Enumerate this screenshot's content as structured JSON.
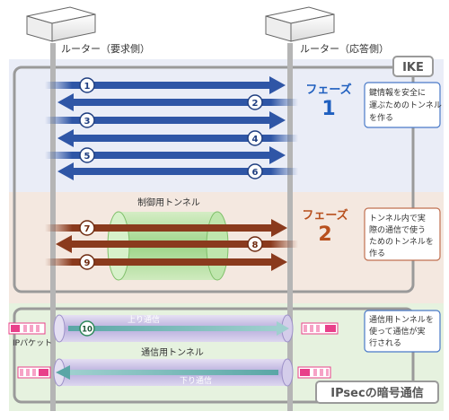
{
  "routers": {
    "left_label": "ルーター（要求側）",
    "right_label": "ルーター（応答側）"
  },
  "ike": {
    "title": "IKE",
    "phase1": {
      "label": "フェーズ",
      "number": "1",
      "steps": [
        "1",
        "2",
        "3",
        "4",
        "5",
        "6"
      ],
      "note": [
        "鍵情報を安全に",
        "運ぶためのトンネル",
        "を作る"
      ]
    },
    "phase2": {
      "label": "フェーズ",
      "number": "2",
      "tunnel_label": "制御用トンネル",
      "steps": [
        "7",
        "8",
        "9"
      ],
      "note": [
        "トンネル内で実",
        "際の通信で使う",
        "ためのトンネルを",
        "作る"
      ]
    }
  },
  "ipsec": {
    "title": "IPsecの暗号通信",
    "upstream_label": "上り通信",
    "downstream_label": "下り通信",
    "tunnel_label": "通信用トンネル",
    "packet_label": "IPパケット",
    "step": "10",
    "note": [
      "通信用トンネルを",
      "使って通信が実",
      "行される"
    ]
  },
  "colors": {
    "phase1_bg": "#eaedf7",
    "phase2_bg": "#f4e8e0",
    "ipsec_bg": "#e6f2df",
    "blue_arrow": "#2f56a6",
    "brown_arrow": "#8a3a1d",
    "phase_title_blue": "#1f5fbf",
    "phase_title_brown": "#b8501e",
    "packet_pink": "#e8408a"
  }
}
